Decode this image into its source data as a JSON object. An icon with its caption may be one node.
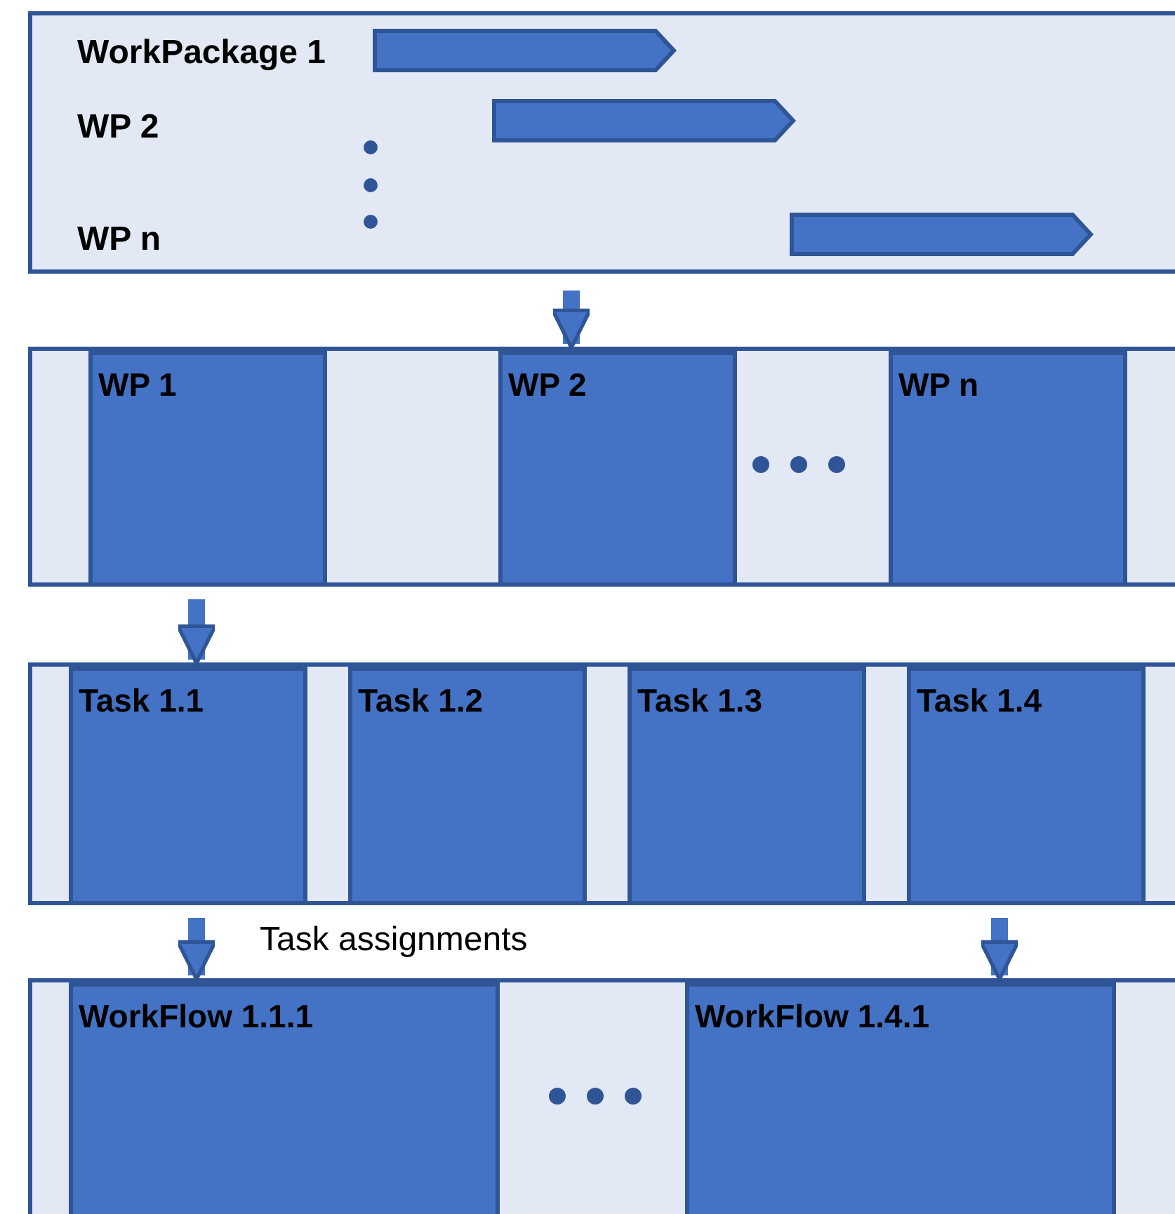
{
  "diagram": {
    "nodes": [
      {
        "text": [
          "WorkPackage 1",
          "WP 2",
          "WP n"
        ]
      },
      {
        "text": [],
        "shape": "box"
      },
      {
        "text": [
          "WP 1"
        ],
        "in": 1
      },
      {
        "text": [
          "WP 2"
        ],
        "in": 1
      },
      {
        "text": [
          "WP n"
        ],
        "in": 1
      },
      {
        "text": [],
        "shape": "box"
      },
      {
        "text": [
          "Task 1.1"
        ],
        "in": 5
      },
      {
        "text": [
          "Task 1.2"
        ],
        "in": 5
      },
      {
        "text": [
          "Task 1.3"
        ],
        "in": 5
      },
      {
        "text": [
          "Task 1.4"
        ],
        "in": 5
      },
      {
        "text": [],
        "shape": "box"
      },
      {
        "text": [
          "WorkFlow 1.1.1"
        ],
        "in": 10
      },
      {
        "text": [
          "WorkFlow 1.4.1"
        ],
        "in": 10
      }
    ],
    "edges": [
      {
        "from": 0,
        "to": 1,
        "arrow": "to"
      },
      {
        "from": 2,
        "to": 5,
        "arrow": "to"
      },
      {
        "from": 6,
        "to": 11,
        "arrow": "to",
        "label": "Task assignments"
      },
      {
        "from": 9,
        "to": 12,
        "arrow": "to"
      }
    ]
  }
}
